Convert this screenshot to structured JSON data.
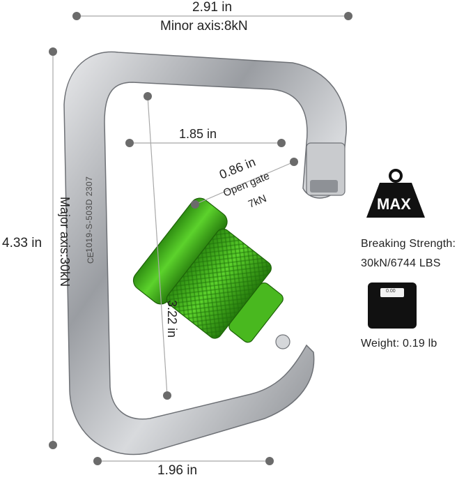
{
  "dimensions": {
    "width_label": "2.91 in",
    "minor_axis_label": "Minor axis:8kN",
    "inner_width_label": "1.85 in",
    "gate_opening_label": "0.86 in",
    "open_gate_label": "Open gate",
    "open_gate_strength": "7kN",
    "height_label": "4.33 in",
    "major_axis_label": "Major axis:30kN",
    "inner_height_label": "3.22 in",
    "base_width_label": "1.96 in"
  },
  "engraving": {
    "model_text": "1019-S-503D 2307",
    "ce_mark": "CE"
  },
  "specs": {
    "max_badge": "MAX",
    "breaking_strength_label": "Breaking Strength:",
    "breaking_strength_value": "30kN/6744 LBS",
    "scale_display": "0.00",
    "weight_label": "Weight: 0.19 lb"
  },
  "colors": {
    "dimension_line": "#a8a8a8",
    "dot": "#6b6b6b",
    "gate_green": "#3fb21b",
    "metal": "#b9bcc0",
    "badge": "#111111"
  }
}
